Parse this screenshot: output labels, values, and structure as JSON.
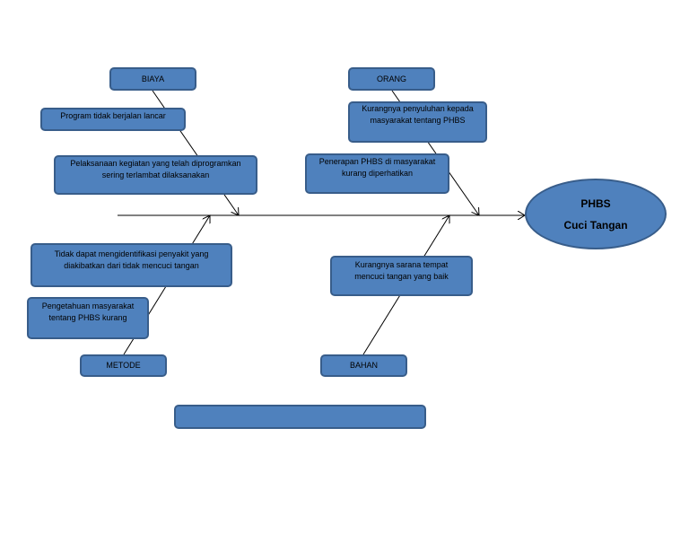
{
  "categories": {
    "biaya": "BIAYA",
    "orang": "ORANG",
    "metode": "METODE",
    "bahan": "BAHAN"
  },
  "causes": {
    "biaya_1": "Program tidak berjalan lancar",
    "biaya_2": "Pelaksanaan kegiatan yang telah diprogramkan sering terlambat dilaksanakan",
    "orang_1": "Kurangnya penyuluhan kepada masyarakat tentang PHBS",
    "orang_2": "Penerapan PHBS di masyarakat kurang diperhatikan",
    "metode_1": "Tidak dapat mengidentifikasi penyakit yang diakibatkan dari tidak mencuci tangan",
    "metode_2": "Pengetahuan masyarakat tentang PHBS kurang",
    "bahan_1": "Kurangnya sarana tempat mencuci tangan yang baik"
  },
  "effect": {
    "line1": "PHBS",
    "line2": "Cuci Tangan"
  },
  "footer": {
    "label": ""
  },
  "colors": {
    "box_fill": "#4f81bd",
    "box_border": "#385d8a",
    "line": "#000000"
  }
}
